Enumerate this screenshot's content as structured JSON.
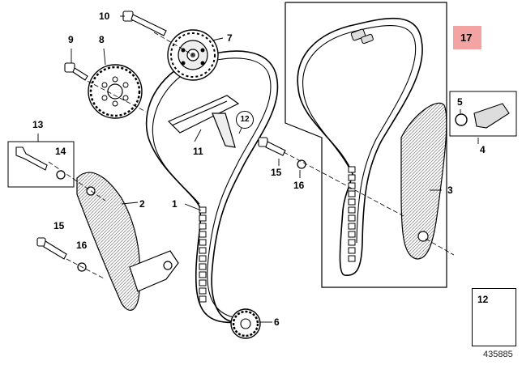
{
  "diagram": {
    "callouts": [
      {
        "id": "c1",
        "text": "1"
      },
      {
        "id": "c2",
        "text": "2"
      },
      {
        "id": "c3",
        "text": "3"
      },
      {
        "id": "c4",
        "text": "4"
      },
      {
        "id": "c5",
        "text": "5"
      },
      {
        "id": "c6",
        "text": "6"
      },
      {
        "id": "c7",
        "text": "7"
      },
      {
        "id": "c8",
        "text": "8"
      },
      {
        "id": "c9",
        "text": "9"
      },
      {
        "id": "c10",
        "text": "10"
      },
      {
        "id": "c11",
        "text": "11"
      },
      {
        "id": "c12",
        "text": "12"
      },
      {
        "id": "c13",
        "text": "13"
      },
      {
        "id": "c14",
        "text": "14"
      },
      {
        "id": "c15a",
        "text": "15"
      },
      {
        "id": "c15b",
        "text": "15"
      },
      {
        "id": "c16a",
        "text": "16"
      },
      {
        "id": "c16b",
        "text": "16"
      }
    ],
    "highlighted_callout": "17",
    "legend_number": "12",
    "reference_number": "435885",
    "colors": {
      "line": "#000000",
      "highlight": "#f4a3a3",
      "part_fill": "#ffffff",
      "shade": "#9a9a9a"
    }
  }
}
